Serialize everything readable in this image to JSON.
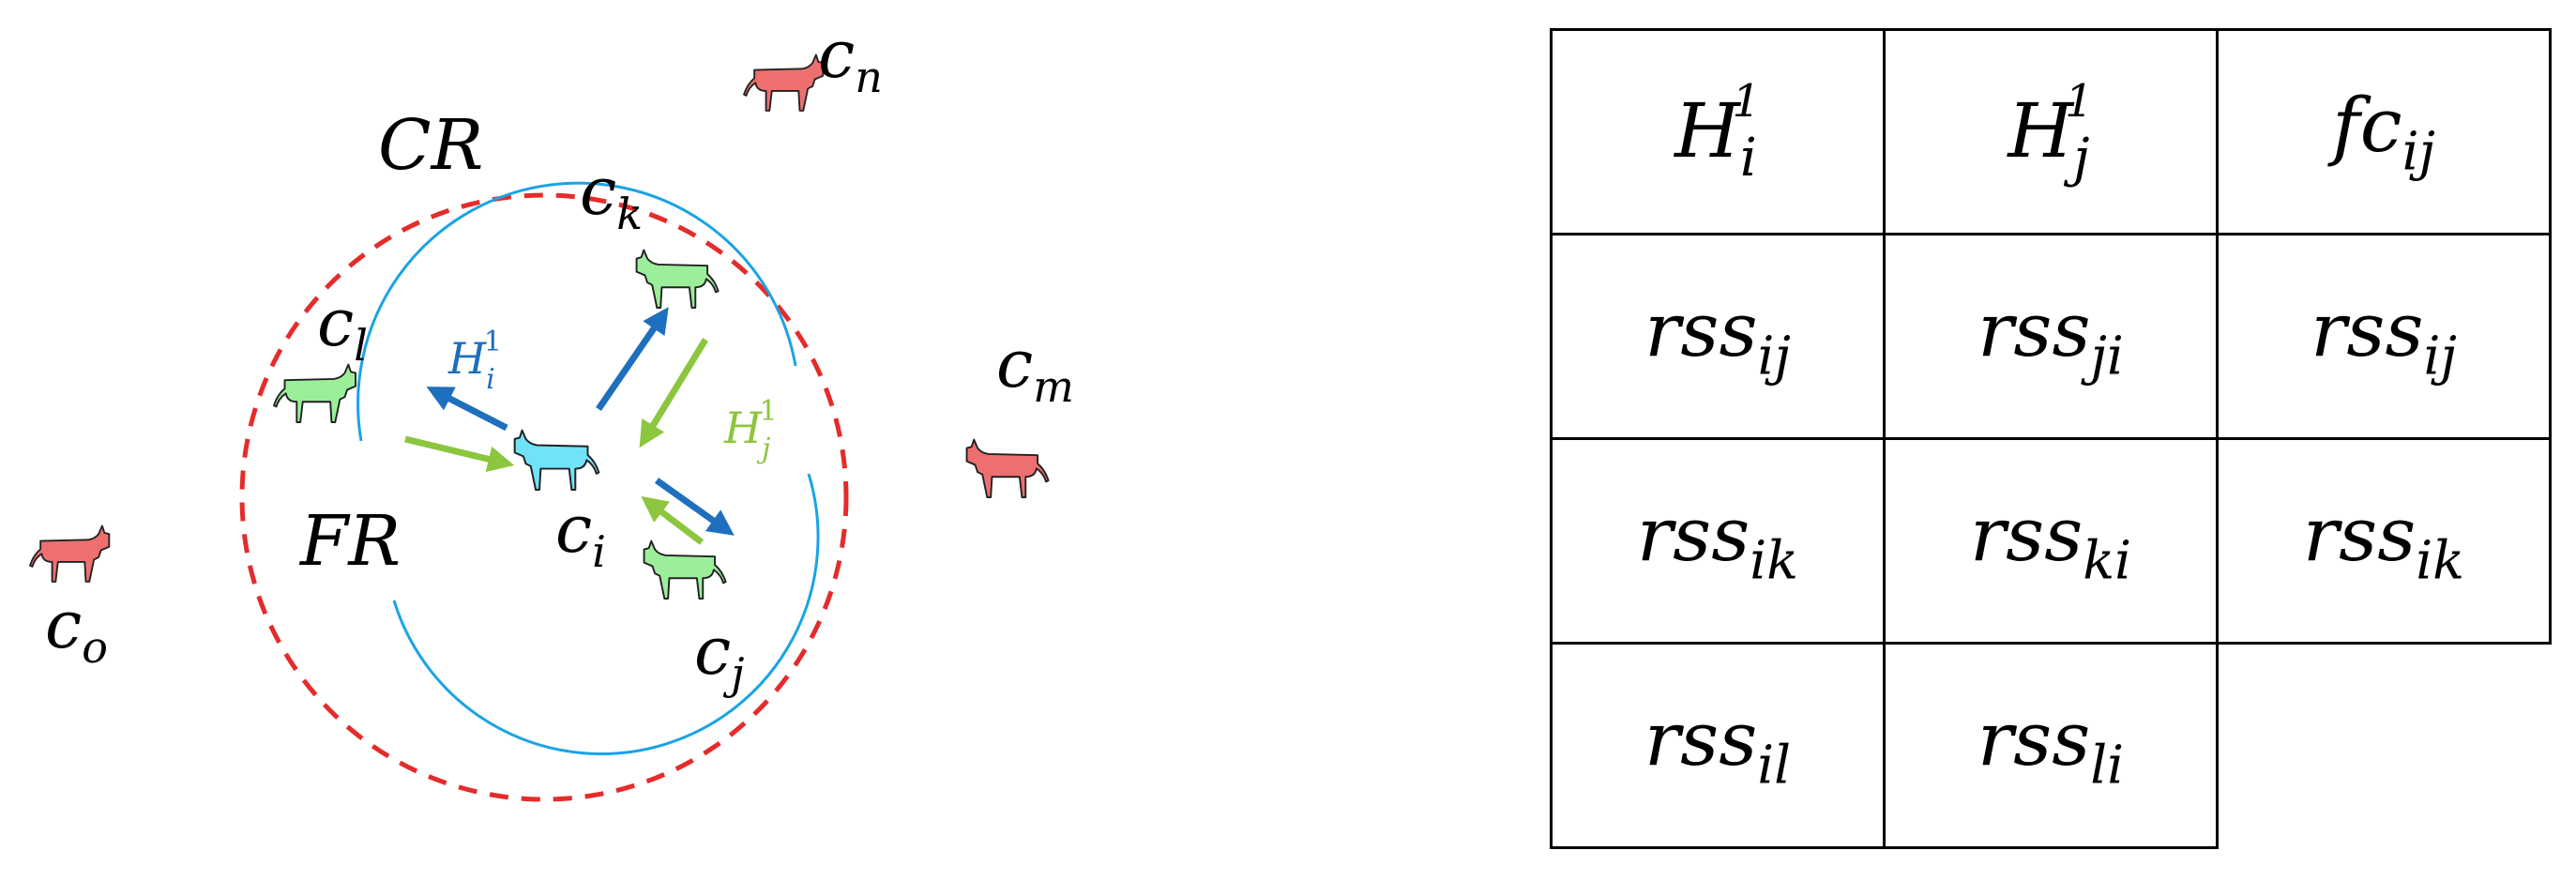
{
  "diagram": {
    "region_labels": {
      "cr": "CR",
      "fr": "FR"
    },
    "colors": {
      "cr_circle": "#e52b2b",
      "fr_circle": "#1aa3e6",
      "cow_far": "#ee6f6f",
      "cow_neighbor": "#9bef9b",
      "cow_center": "#6fe3f7",
      "arrow_hi": "#1e6fbd",
      "arrow_hj": "#8cc63f"
    },
    "cows": [
      {
        "id": "c_n",
        "base": "c",
        "sub": "n",
        "state": "far"
      },
      {
        "id": "c_m",
        "base": "c",
        "sub": "m",
        "state": "far"
      },
      {
        "id": "c_o",
        "base": "c",
        "sub": "o",
        "state": "far"
      },
      {
        "id": "c_k",
        "base": "c",
        "sub": "k",
        "state": "neighbor"
      },
      {
        "id": "c_l",
        "base": "c",
        "sub": "l",
        "state": "neighbor"
      },
      {
        "id": "c_j",
        "base": "c",
        "sub": "j",
        "state": "neighbor"
      },
      {
        "id": "c_i",
        "base": "c",
        "sub": "i",
        "state": "center"
      }
    ],
    "hello_labels": {
      "hi": {
        "base": "H",
        "sub": "i",
        "sup": "1"
      },
      "hj": {
        "base": "H",
        "sub": "j",
        "sup": "1"
      }
    }
  },
  "table": {
    "rows": [
      [
        {
          "base": "H",
          "sub": "i",
          "sup": "1"
        },
        {
          "base": "H",
          "sub": "j",
          "sup": "1"
        },
        {
          "base": "fc",
          "sub": "ij"
        }
      ],
      [
        {
          "base": "rss",
          "sub": "ij"
        },
        {
          "base": "rss",
          "sub": "ji"
        },
        {
          "base": "rss",
          "sub": "ij"
        }
      ],
      [
        {
          "base": "rss",
          "sub": "ik"
        },
        {
          "base": "rss",
          "sub": "ki"
        },
        {
          "base": "rss",
          "sub": "ik"
        }
      ],
      [
        {
          "base": "rss",
          "sub": "il"
        },
        {
          "base": "rss",
          "sub": "li"
        },
        null
      ]
    ]
  }
}
